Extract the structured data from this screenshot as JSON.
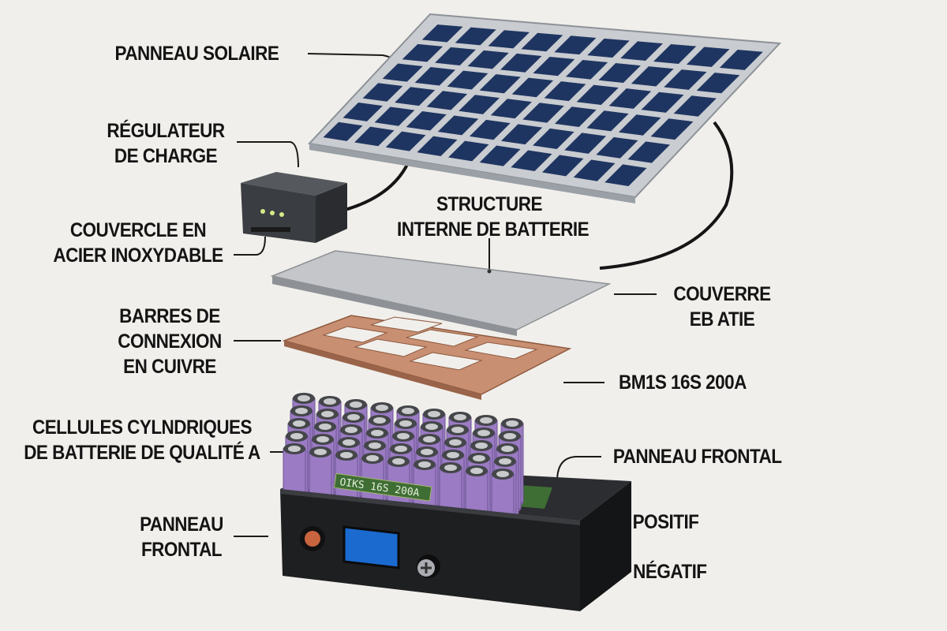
{
  "labels": {
    "solar_panel": "PANNEAU SOLAIRE",
    "charge_regulator": [
      "RÉGULATEUR",
      "DE CHARGE"
    ],
    "steel_cover": [
      "COUVERCLE EN",
      "ACIER INOXYDABLE"
    ],
    "internal_structure": [
      "STRUCTURE",
      "INTERNE DE BATTERIE"
    ],
    "cover_right": [
      "COUVERRE",
      "EB ATIE"
    ],
    "copper_busbars": [
      "BARRES DE",
      "CONNEXION",
      "EN CUIVRE"
    ],
    "bms": "BM1S 16S 200A",
    "cells": [
      "CELLULES CYLNDRIQUES",
      "DE BATTERIE DE QUALITÉ A"
    ],
    "front_panel_right": "PANNEAU FRONTAL",
    "positive": "POSITIF",
    "negative": "NÉGATIF",
    "front_panel_left": [
      "PANNEAU",
      "FRONTAL"
    ]
  },
  "pcb_text": "OIKS 16S 200A",
  "colors": {
    "panel": "#1f3561",
    "cell": "#9b7bc4",
    "copper": "#c98f72",
    "pcb": "#3f6e35",
    "case": "#1e1f21",
    "screen": "#3d8ee0"
  }
}
